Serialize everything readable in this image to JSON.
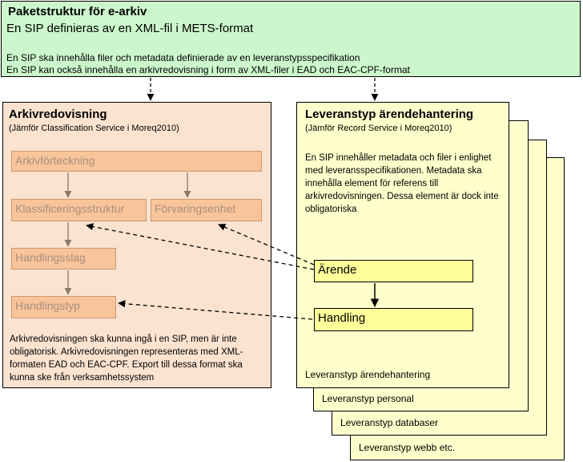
{
  "header": {
    "title": "Paketstruktur för e-arkiv",
    "subtitle": "En SIP definieras av en XML-fil i METS-format",
    "line1": "En SIP ska innehålla filer och metadata definierade av en leveranstypsspecifikation",
    "line2": "En SIP kan också innehålla en arkivredovisning i form av XML-filer i EAD och EAC-CPF-format"
  },
  "arkiv": {
    "title": "Arkivredovisning",
    "subtitle": "(Jämför Classification Service i Moreq2010)",
    "boxes": {
      "arkivforteckning": "Arkivförteckning",
      "klassificering": "Klassificeringsstruktur",
      "forvaring": "Förvaringsenhet",
      "handlingsslag": "Handlingsslag",
      "handlingstyp": "Handlingstyp"
    },
    "note": "Arkivredovisningen ska kunna ingå i en SIP, men är inte obligatorisk. Arkivredovisningen representeras med XML-formaten EAD och EAC-CPF. Export till dessa format ska kunna ske från verksamhetssystem"
  },
  "leverans": {
    "title": "Leveranstyp ärendehantering",
    "subtitle": "(Jämför Record Service i Moreq2010)",
    "description": "En SIP innehåller metadata och filer i enlighet med leveransspecifikationen. Metadata ska innehålla element för referens till arkivredovisningen. Dessa element är dock inte obligatoriska",
    "boxes": {
      "arende": "Ärende",
      "handling": "Handling"
    },
    "card_labels": [
      "Leveranstyp ärendehantering",
      "Leveranstyp personal",
      "Leveranstyp databaser",
      "Leveranstyp webb etc."
    ]
  },
  "colors": {
    "header_bg": "#ccf7cc",
    "arkiv_bg": "#fbe3d0",
    "arkiv_box": "#f8c49a",
    "arkiv_text": "#a98f7f",
    "card_bg": "#ffffcc",
    "leverans_box": "#ffff99"
  }
}
